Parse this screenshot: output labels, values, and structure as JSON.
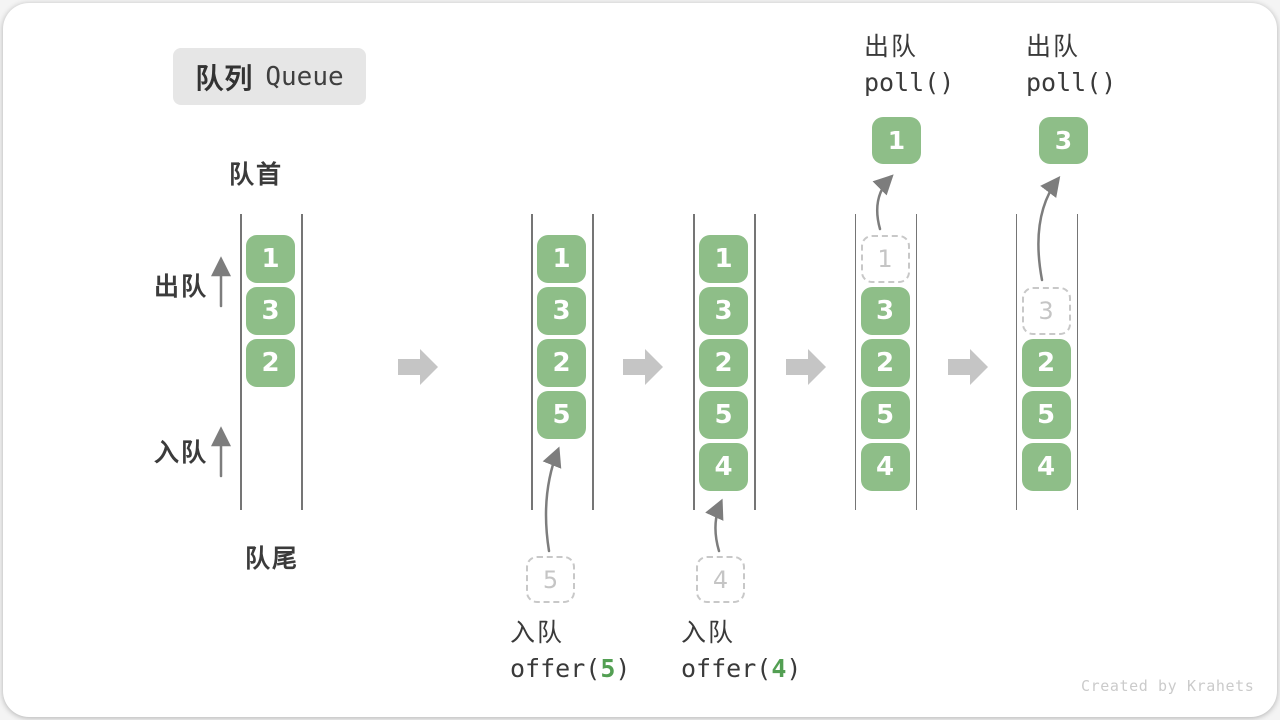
{
  "title": {
    "zh": "队列",
    "en": "Queue"
  },
  "side_labels": {
    "front": "队首",
    "rear": "队尾",
    "dequeue": "出队",
    "enqueue": "入队"
  },
  "queues": [
    {
      "slots": [
        {
          "type": "cell",
          "value": "1"
        },
        {
          "type": "cell",
          "value": "3"
        },
        {
          "type": "cell",
          "value": "2"
        }
      ]
    },
    {
      "slots": [
        {
          "type": "cell",
          "value": "1"
        },
        {
          "type": "cell",
          "value": "3"
        },
        {
          "type": "cell",
          "value": "2"
        },
        {
          "type": "cell",
          "value": "5"
        }
      ]
    },
    {
      "slots": [
        {
          "type": "cell",
          "value": "1"
        },
        {
          "type": "cell",
          "value": "3"
        },
        {
          "type": "cell",
          "value": "2"
        },
        {
          "type": "cell",
          "value": "5"
        },
        {
          "type": "cell",
          "value": "4"
        }
      ]
    },
    {
      "slots": [
        {
          "type": "ghost",
          "value": "1"
        },
        {
          "type": "cell",
          "value": "3"
        },
        {
          "type": "cell",
          "value": "2"
        },
        {
          "type": "cell",
          "value": "5"
        },
        {
          "type": "cell",
          "value": "4"
        }
      ]
    },
    {
      "slots": [
        {
          "type": "empty",
          "value": ""
        },
        {
          "type": "ghost",
          "value": "3"
        },
        {
          "type": "cell",
          "value": "2"
        },
        {
          "type": "cell",
          "value": "5"
        },
        {
          "type": "cell",
          "value": "4"
        }
      ]
    }
  ],
  "enqueue_ops": [
    {
      "label": "入队",
      "ghost": "5",
      "code": {
        "prefix": "offer(",
        "arg": "5",
        "suffix": ")"
      }
    },
    {
      "label": "入队",
      "ghost": "4",
      "code": {
        "prefix": "offer(",
        "arg": "4",
        "suffix": ")"
      }
    }
  ],
  "dequeue_ops": [
    {
      "label": "出队",
      "code": "poll()",
      "value": "1"
    },
    {
      "label": "出队",
      "code": "poll()",
      "value": "3"
    }
  ],
  "watermark": "Created by Krahets",
  "colors": {
    "cell_green": "#8ebe88",
    "arg_green": "#539f53",
    "block_arrow": "#c5c5c5",
    "queue_line": "#757575",
    "text_dark": "#3a3a3a",
    "ghost_grey": "#c8c8c8",
    "watermark_grey": "#cbcbcb"
  }
}
